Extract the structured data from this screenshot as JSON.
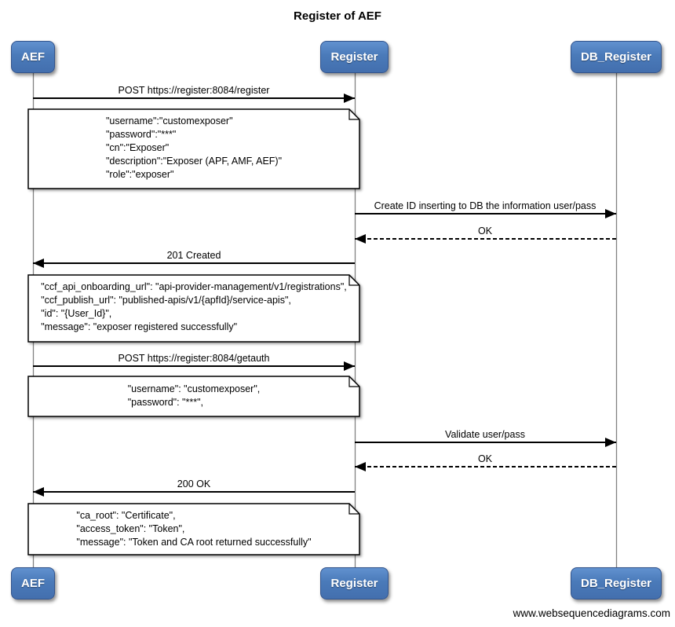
{
  "title": "Register of AEF",
  "watermark": "www.websequencediagrams.com",
  "actors": [
    {
      "label": "AEF"
    },
    {
      "label": "Register"
    },
    {
      "label": "DB_Register"
    }
  ],
  "messages": [
    {
      "label": "POST https://register:8084/register",
      "from": "AEF",
      "to": "Register",
      "style": "solid"
    },
    {
      "label": "Create ID inserting to DB the information user/pass",
      "from": "Register",
      "to": "DB_Register",
      "style": "solid"
    },
    {
      "label": "OK",
      "from": "DB_Register",
      "to": "Register",
      "style": "dashed"
    },
    {
      "label": "201 Created",
      "from": "Register",
      "to": "AEF",
      "style": "solid"
    },
    {
      "label": "POST https://register:8084/getauth",
      "from": "AEF",
      "to": "Register",
      "style": "solid"
    },
    {
      "label": "Validate user/pass",
      "from": "Register",
      "to": "DB_Register",
      "style": "solid"
    },
    {
      "label": "OK",
      "from": "DB_Register",
      "to": "Register",
      "style": "dashed"
    },
    {
      "label": "200 OK",
      "from": "Register",
      "to": "AEF",
      "style": "solid"
    }
  ],
  "notes": [
    {
      "lines": [
        "\"username\":\"customexposer\"",
        "\"password\":\"***\"",
        "\"cn\":\"Exposer\"",
        "\"description\":\"Exposer (APF, AMF, AEF)\"",
        "\"role\":\"exposer\""
      ]
    },
    {
      "lines": [
        "\"ccf_api_onboarding_url\": \"api-provider-management/v1/registrations\",",
        "\"ccf_publish_url\": \"published-apis/v1/{apfId}/service-apis\",",
        "\"id\": \"{User_Id}\",",
        "\"message\": \"exposer registered successfully\""
      ]
    },
    {
      "lines": [
        "\"username\": \"customexposer\",",
        "\"password\": \"***\","
      ]
    },
    {
      "lines": [
        "\"ca_root\": \"Certificate\",",
        "\"access_token\": \"Token\",",
        "\"message\": \"Token and CA root returned successfully\""
      ]
    }
  ],
  "colors": {
    "actor_fill": "#4a7ab9",
    "actor_border": "#33548c",
    "lifeline": "#828282",
    "message_line": "#000000",
    "note_fill": "#ffffff",
    "note_border": "#000000"
  }
}
